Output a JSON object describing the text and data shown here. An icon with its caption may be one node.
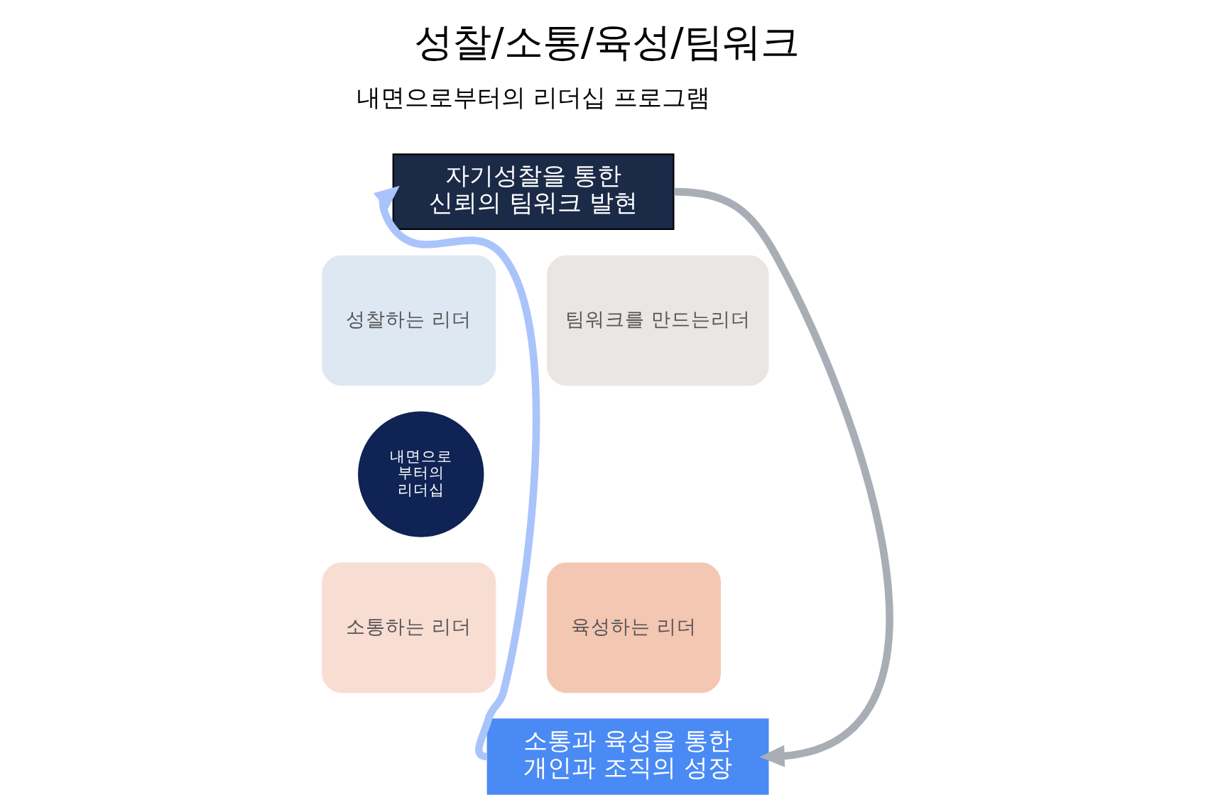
{
  "diagram": {
    "title": "성찰/소통/육성/팀워크",
    "nodes": [
      {
        "text": [
          "자기성찰을 통한 신뢰의 팀워크 발현"
        ]
      },
      {
        "text": [
          "팀워크를 만드는리더"
        ]
      },
      {
        "text": [
          "성찰하는 리더"
        ]
      },
      {
        "text": [
          "내면으로 부터의 리더십"
        ]
      },
      {
        "text": [
          "육성하는 리더"
        ]
      },
      {
        "text": [
          "소통하는 리더"
        ]
      },
      {
        "text": [
          "소통과 육성을 통한 개인과 조직의 성장"
        ]
      }
    ],
    "edges": [
      {
        "from": 0,
        "to": 6,
        "arrow": "to",
        "color": "#a9adb5"
      },
      {
        "from": 6,
        "to": 0,
        "arrow": "to",
        "color": "#a9c4fb"
      }
    ],
    "labels": [
      "내면으로부터의 리더십 프로그램"
    ]
  }
}
